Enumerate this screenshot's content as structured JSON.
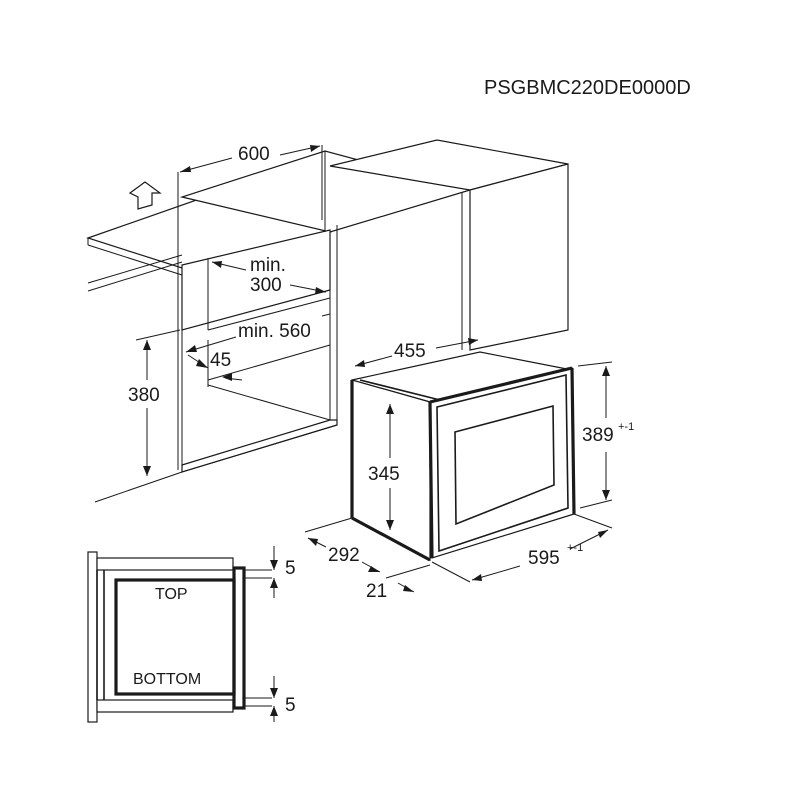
{
  "model_code": "PSGBMC220DE0000D",
  "dimensions": {
    "cabinet_width": "600",
    "min_label": "min.",
    "min_opening_height": "300",
    "min_depth": "min. 560",
    "ventilation_gap": "45",
    "opening_height": "380",
    "oven_depth_top": "455",
    "oven_height_front": "389",
    "oven_height_front_tol": "+-1",
    "oven_height_body": "345",
    "oven_body_depth": "292",
    "oven_width": "595",
    "oven_width_tol": "+-1",
    "frame_thickness": "21",
    "clearance_top": "5",
    "clearance_bottom": "5"
  },
  "section_labels": {
    "top": "TOP",
    "bottom": "BOTTOM"
  }
}
